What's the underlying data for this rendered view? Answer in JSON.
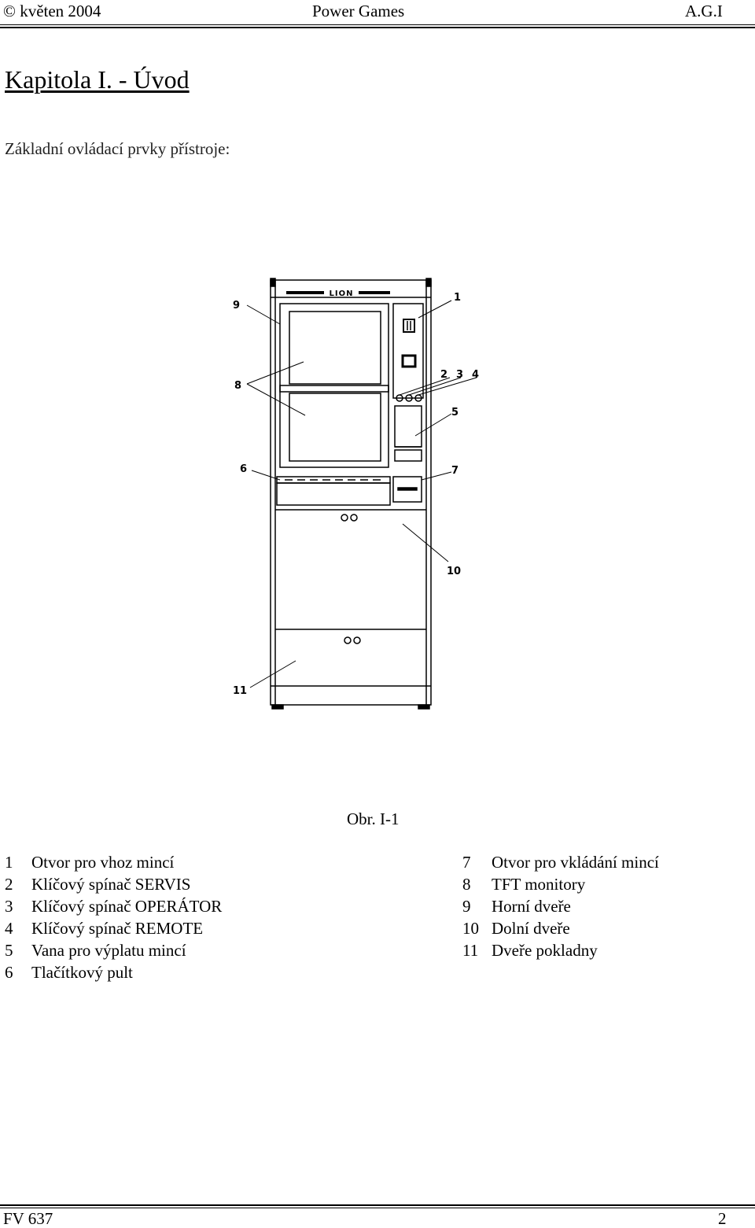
{
  "header": {
    "left": "© květen 2004",
    "center": "Power Games",
    "right": "A.G.I"
  },
  "title": "Kapitola I. - Úvod",
  "intro": "Základní ovládací prvky přístroje:",
  "figure": {
    "brand": "LION",
    "callouts": [
      "1",
      "2",
      "3",
      "4",
      "5",
      "6",
      "7",
      "8",
      "9",
      "10",
      "11"
    ],
    "caption": "Obr. I-1"
  },
  "legend_left": [
    {
      "num": "1",
      "text": "Otvor pro vhoz mincí"
    },
    {
      "num": "2",
      "text": "Klíčový spínač SERVIS"
    },
    {
      "num": "3",
      "text": "Klíčový spínač OPERÁTOR"
    },
    {
      "num": "4",
      "text": "Klíčový spínač REMOTE"
    },
    {
      "num": "5",
      "text": "Vana pro výplatu mincí"
    },
    {
      "num": "6",
      "text": "Tlačítkový pult"
    }
  ],
  "legend_right": [
    {
      "num": "7",
      "text": "Otvor pro vkládání mincí"
    },
    {
      "num": "8",
      "text": "TFT monitory"
    },
    {
      "num": "9",
      "text": "Horní dveře"
    },
    {
      "num": "10",
      "text": "Dolní dveře"
    },
    {
      "num": "11",
      "text": "Dveře pokladny"
    }
  ],
  "footer": {
    "left": "FV 637",
    "right": "2"
  }
}
